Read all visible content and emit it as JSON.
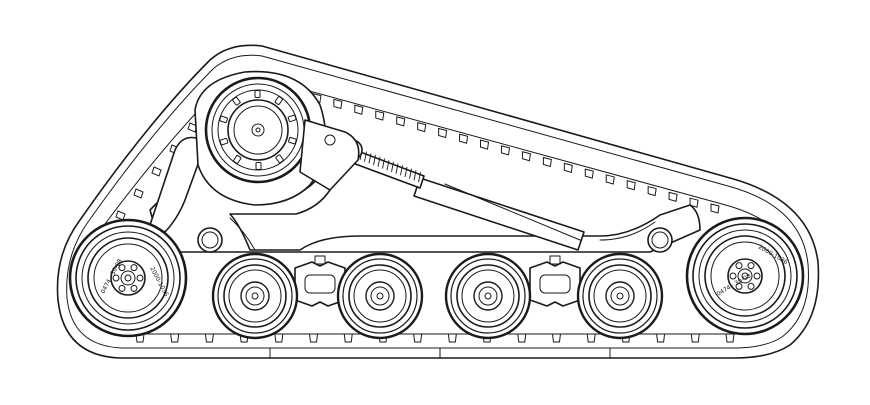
{
  "drawing": {
    "stroke_color": "#1a1a1a",
    "background_color": "#ffffff"
  },
  "idler_front": {
    "hub_label_top": "2000-1036",
    "hub_label_bottom": "0474 · 30-08"
  },
  "idler_rear": {
    "hub_label_top": "2000-1036",
    "hub_label_bottom": "0474 · 30-08"
  },
  "road_wheel_count": 4,
  "track_lug_count": 46
}
